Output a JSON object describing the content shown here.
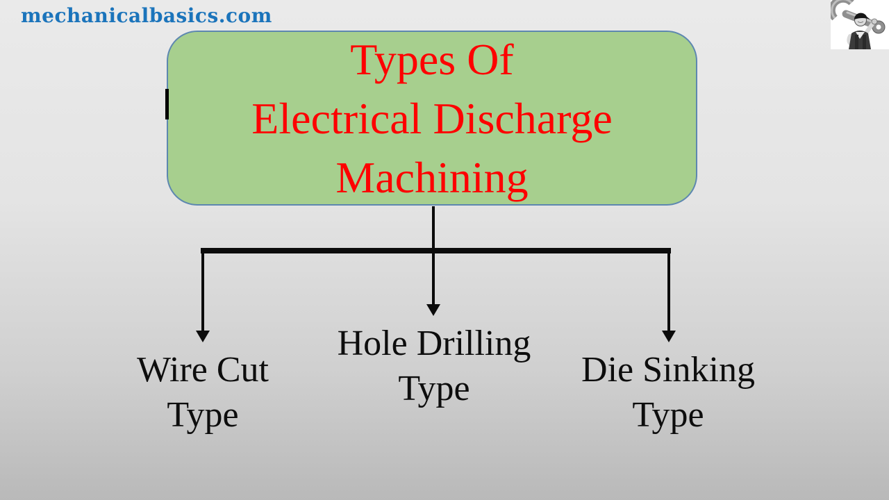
{
  "watermark": {
    "text": "mechanicalbasics.com",
    "color": "#1b74bb"
  },
  "logo": {
    "name": "mechanic-with-wrench-logo"
  },
  "title_box": {
    "line1": "Types Of",
    "line2": "Electrical Discharge",
    "line3": "Machining",
    "fill_color": "#a7cf8e",
    "border_color": "#5d87b0",
    "text_color": "#fe0000"
  },
  "connectors": {
    "color": "#0b0b0b",
    "style": "one stem from title box splitting into three arrows"
  },
  "branches": [
    {
      "line1": "Wire Cut",
      "line2": "Type"
    },
    {
      "line1": "Hole Drilling",
      "line2": "Type"
    },
    {
      "line1": "Die Sinking",
      "line2": "Type"
    }
  ],
  "background": {
    "top_color": "#eaeaea",
    "bottom_color": "#b9b9b9"
  }
}
